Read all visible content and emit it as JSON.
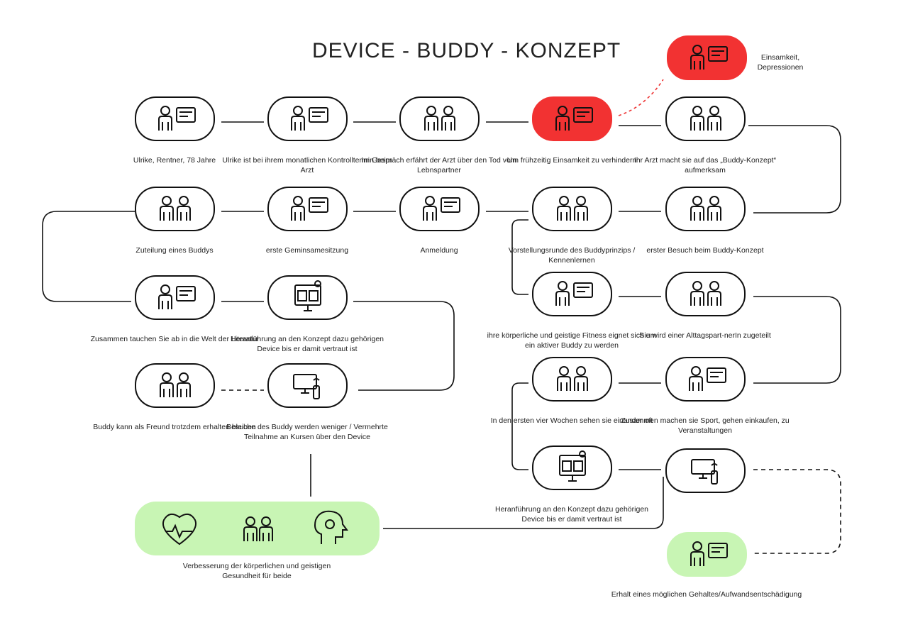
{
  "title": "DEVICE - BUDDY - KONZEPT",
  "nodes": {
    "ulrike": {
      "label": "Ulrike, Rentner, 78 Jahre",
      "icon": "elderly-woman-icon"
    },
    "kontroll": {
      "label": "Ulrike ist bei ihrem monatlichen Kontrolltermin beim Arzt",
      "icon": "doctor-chat-icon"
    },
    "gespraech": {
      "label": "Im Gespräch erfährt der Arzt über den Tod vom Lebnspartner",
      "icon": "meeting-icon"
    },
    "einsamkeit_verhindern": {
      "label": "Um frühzeitig Einsamkeit zu verhindern",
      "icon": "coffin-doctor-icon"
    },
    "depression": {
      "label": "Einsamkeit, Depressionen",
      "icon": "sad-woman-icon"
    },
    "arzt_hinweis": {
      "label": "Ihr Arzt macht sie auf das „Buddy-Konzept“ aufmerksam",
      "icon": "brochure-hands-icon"
    },
    "zuteilung": {
      "label": "Zuteilung eines Buddys",
      "icon": "two-women-icon"
    },
    "sitzung": {
      "label": "erste Geminsamesitzung",
      "icon": "presentation-icon"
    },
    "anmeldung": {
      "label": "Anmeldung",
      "icon": "form-document-icon"
    },
    "vorstellung": {
      "label": "Vorstellungsrunde des Buddyprinzips / Kennenlernen",
      "icon": "handshake-icon"
    },
    "besuch": {
      "label": "erster Besuch beim Buddy-Konzept",
      "icon": "group-wave-icon"
    },
    "literatur": {
      "label": "Zusammen tauchen Sie ab in die Welt der Literatur",
      "icon": "books-icon"
    },
    "heranfuehrung1": {
      "label": "Heranführung an den Konzept dazu gehörigen Device bis er damit vertraut ist",
      "icon": "monitor-icon"
    },
    "fitness": {
      "label": "ihre körperliche und geistige Fitness  eignet sich um ein aktiver Buddy zu werden",
      "icon": "fitness-class-icon"
    },
    "alltag": {
      "label": "Sie wird einer Alttagspart-nerIn zugeteilt",
      "icon": "two-people-arrow-icon"
    },
    "freund": {
      "label": "Buddy kann als Freund trotzdem erhalten bleiben",
      "icon": "friends-thumbs-up-icon"
    },
    "besuche_weniger": {
      "label": "Besuche des Buddy werden weniger / Vermehrte Teilnahme an Kursen über den Device",
      "icon": "tv-remote-icon"
    },
    "wochen": {
      "label": "In den ersten vier Wochen sehen sie einander oft",
      "icon": "friends-icon"
    },
    "sport": {
      "label": "Zusammen machen sie Sport, gehen einkaufen, zu Veranstaltungen",
      "icon": "shopping-sport-icon"
    },
    "heranfuehrung2": {
      "label": "Heranführung an den Konzept dazu gehörigen Device bis er damit vertraut ist",
      "icon": "monitor-icon"
    },
    "device": {
      "label": "",
      "icon": "tv-remote-icon"
    },
    "gesundheit": {
      "label": "Verbesserung der körperlichen und geistigen Gesundheit für beide",
      "icon": "heart-friends-brain-icon"
    },
    "gehalt": {
      "label": "Erhalt eines möglichen Gehaltes/Aufwandsentschädigung",
      "icon": "money-hand-icon"
    }
  },
  "colors": {
    "red": "#f23232",
    "green": "#c8f5b4",
    "line": "#111111"
  }
}
